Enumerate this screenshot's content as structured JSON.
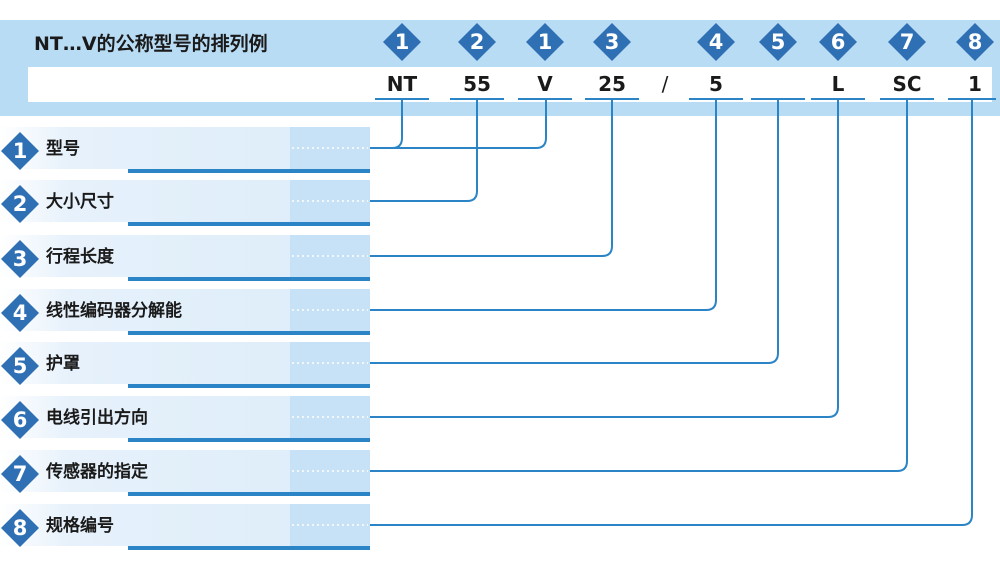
{
  "title": "NT…V的公称型号的排列例",
  "codes": [
    {
      "num": "1",
      "text": "NT"
    },
    {
      "num": "2",
      "text": "55"
    },
    {
      "num": "1",
      "text": "V"
    },
    {
      "num": "3",
      "text": "25"
    },
    {
      "num": "4",
      "text": "5"
    },
    {
      "num": "5",
      "text": ""
    },
    {
      "num": "6",
      "text": "L"
    },
    {
      "num": "7",
      "text": "SC"
    },
    {
      "num": "8",
      "text": "1"
    }
  ],
  "separator": "/",
  "items": [
    {
      "num": "1",
      "label": "型号"
    },
    {
      "num": "2",
      "label": "大小尺寸"
    },
    {
      "num": "3",
      "label": "行程长度"
    },
    {
      "num": "4",
      "label": "线性编码器分解能"
    },
    {
      "num": "5",
      "label": "护罩"
    },
    {
      "num": "6",
      "label": "电线引出方向"
    },
    {
      "num": "7",
      "label": "传感器的指定"
    },
    {
      "num": "8",
      "label": "规格编号"
    }
  ],
  "colors": {
    "accent": "#2a84c5",
    "diamond": "#2f6fb3",
    "band": "#b9dcf5"
  }
}
